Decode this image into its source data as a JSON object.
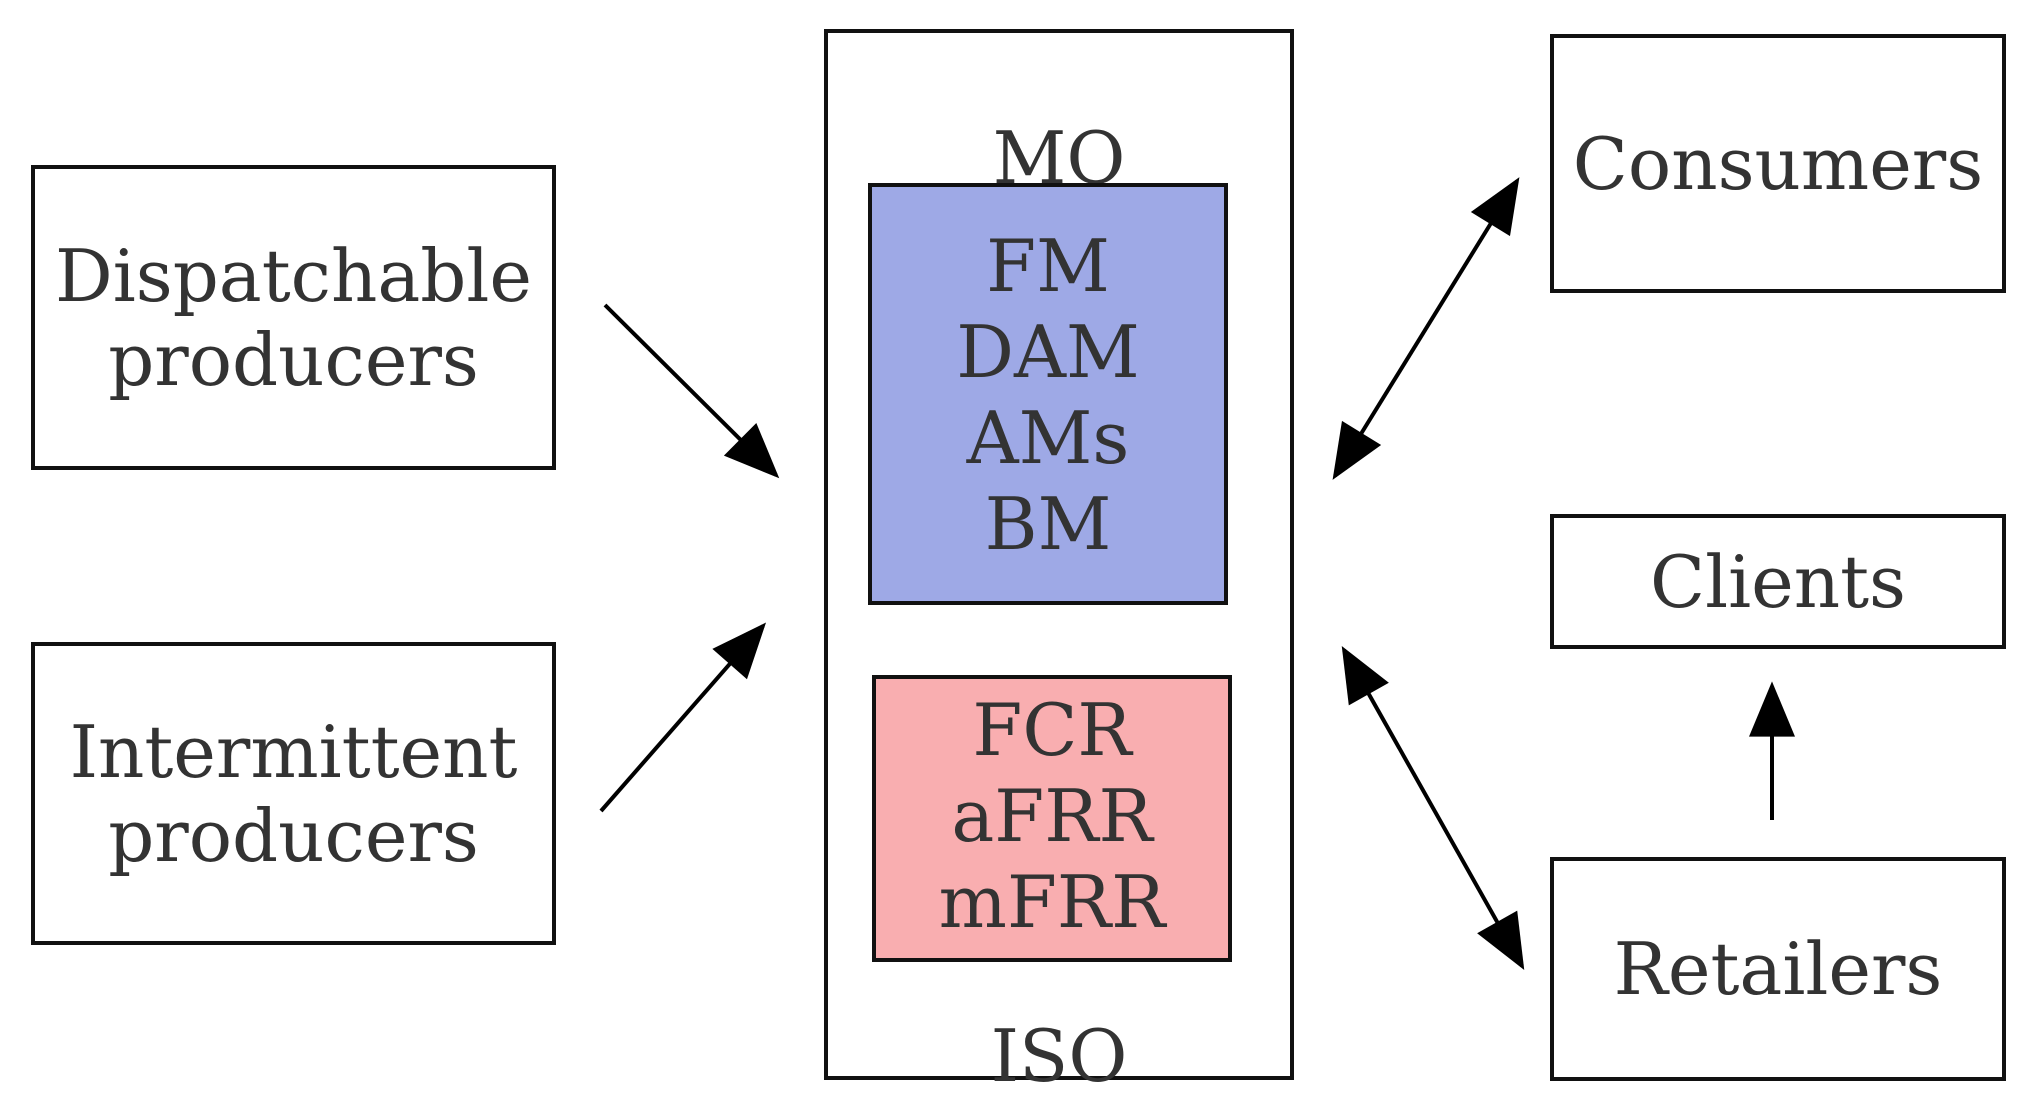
{
  "nodes": {
    "dispatchable": {
      "lines": [
        "Dispatchable",
        "producers"
      ]
    },
    "intermittent": {
      "lines": [
        "Intermittent",
        "producers"
      ]
    },
    "mo_iso": {
      "top_label": "MO",
      "bottom_label": "ISO",
      "markets": [
        "FM",
        "DAM",
        "AMs",
        "BM"
      ],
      "reserves": [
        "FCR",
        "aFRR",
        "mFRR"
      ],
      "markets_color": "#9ea9e6",
      "reserves_color": "#f9aeb0"
    },
    "consumers": {
      "label": "Consumers"
    },
    "clients": {
      "label": "Clients"
    },
    "retailers": {
      "label": "Retailers"
    }
  },
  "edges": [
    {
      "from": "Dispatchable producers",
      "to": "MO/ISO",
      "direction": "one-way"
    },
    {
      "from": "Intermittent producers",
      "to": "MO/ISO",
      "direction": "one-way"
    },
    {
      "from": "MO/ISO",
      "to": "Consumers",
      "direction": "two-way"
    },
    {
      "from": "MO/ISO",
      "to": "Retailers",
      "direction": "two-way"
    },
    {
      "from": "Retailers",
      "to": "Clients",
      "direction": "one-way"
    }
  ]
}
